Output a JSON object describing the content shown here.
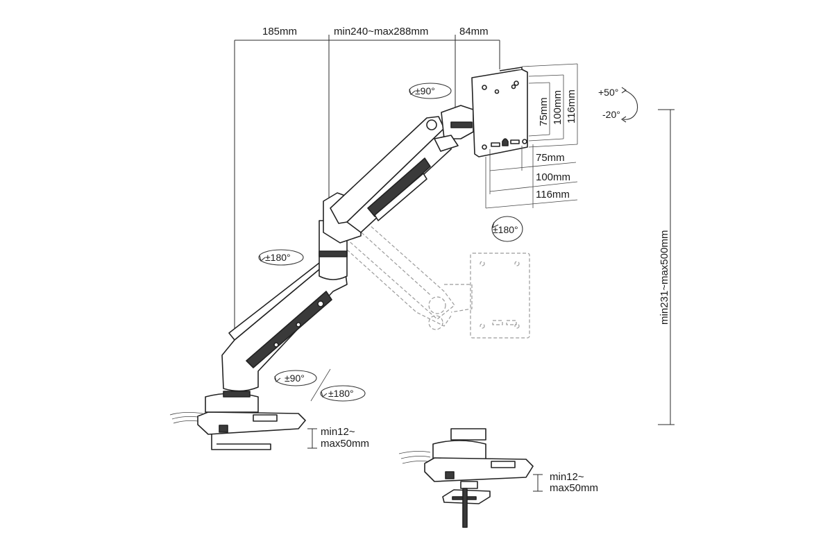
{
  "dimensions": {
    "arm_reach_1": "185mm",
    "arm_reach_2": "min240~max288mm",
    "arm_reach_3": "84mm",
    "height_range": "min231~max500mm",
    "vesa_v_75": "75mm",
    "vesa_v_100": "100mm",
    "vesa_v_116": "116mm",
    "vesa_h_75": "75mm",
    "vesa_h_100": "100mm",
    "vesa_h_116": "116mm",
    "clamp_thickness_1": "min12~\nmax50mm",
    "clamp_thickness_1_line1": "min12~",
    "clamp_thickness_1_line2": "max50mm",
    "clamp_thickness_2_line1": "min12~",
    "clamp_thickness_2_line2": "max50mm"
  },
  "rotations": {
    "tilt_up": "+50°",
    "tilt_down": "-20°",
    "head_swivel": "±90°",
    "screen_rotate": "±180°",
    "elbow_rotate": "±180°",
    "base_swivel_90": "±90°",
    "base_swivel_180": "±180°"
  }
}
